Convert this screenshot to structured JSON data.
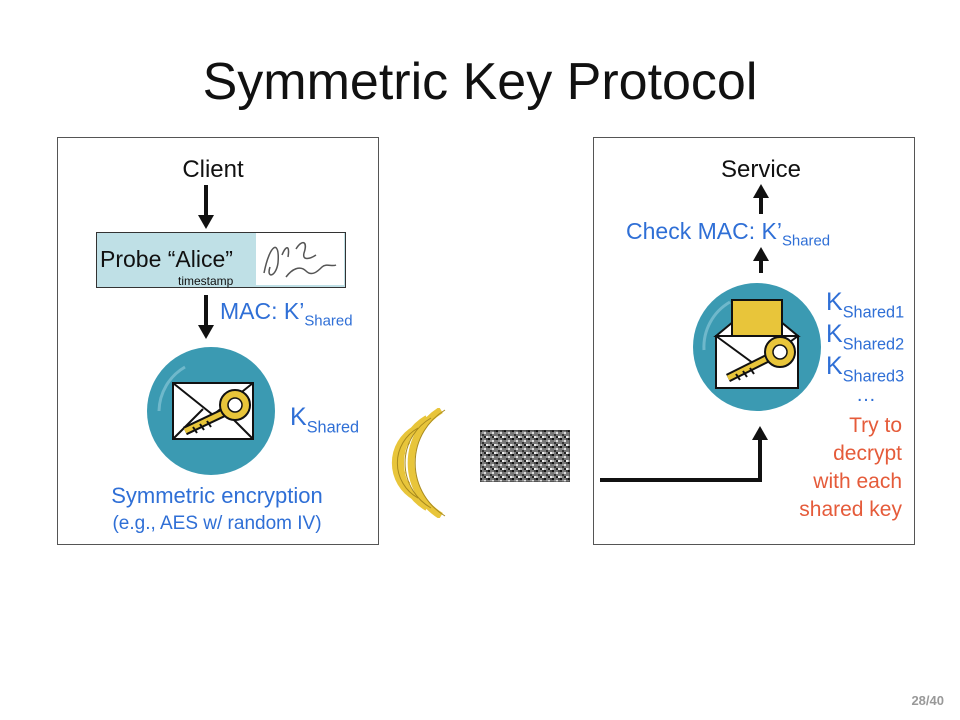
{
  "title": "Symmetric Key Protocol",
  "client": {
    "label": "Client",
    "probe": "Probe “Alice”",
    "timestamp": "timestamp",
    "mac_prefix": "MAC: K’",
    "mac_sub": "Shared",
    "key_main": "K",
    "key_sub": "Shared",
    "enc_line1": "Symmetric encryption",
    "enc_line2": "(e.g., AES w/ random IV)"
  },
  "service": {
    "label": "Service",
    "check_prefix": "Check MAC: K’",
    "check_sub": "Shared",
    "keys": [
      {
        "main": "K",
        "sub": "Shared1"
      },
      {
        "main": "K",
        "sub": "Shared2"
      },
      {
        "main": "K",
        "sub": "Shared3"
      }
    ],
    "ellipsis": "…",
    "try_lines": [
      "Try to",
      "decrypt",
      "with each",
      "shared key"
    ]
  },
  "page": {
    "current": "28",
    "total": "40"
  },
  "colors": {
    "blue_text": "#2f6fd6",
    "red_text": "#e55b3a",
    "circle": "#3b9ab2",
    "probe_box": "#bfe0e6",
    "wave": "#e8c53a",
    "letter": "#e8c53a"
  },
  "icons": [
    "envelope-key-icon",
    "open-envelope-key-icon",
    "signature-icon",
    "radio-wave-icon",
    "noise-icon"
  ]
}
